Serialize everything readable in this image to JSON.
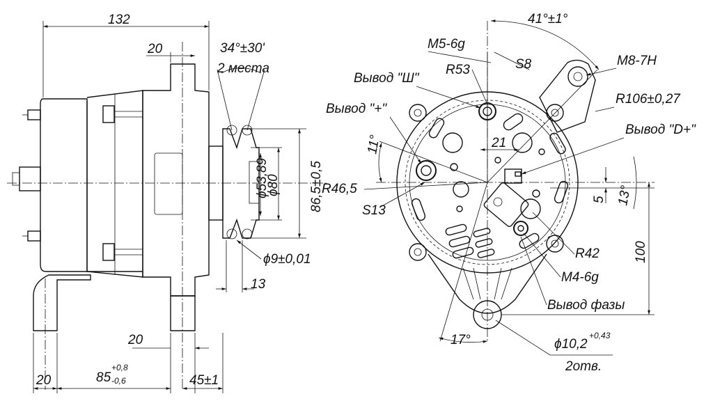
{
  "left_view": {
    "dims": {
      "overall_width": "132",
      "top_20": "20",
      "angle": "34°±30'",
      "angle_note": "2 места",
      "d53": "ϕ53,89",
      "d80": "ϕ80",
      "d86": "86,5±0,5",
      "r46": "R46,5",
      "d9": "ϕ9±0,01",
      "d13": "13",
      "bot_20": "20",
      "base_20": "20",
      "dim_85_main": "85",
      "dim_85_upper": "+0,8",
      "dim_85_lower": "-0,6",
      "dim_45": "45±1"
    }
  },
  "right_view": {
    "labels": {
      "m5": "M5-6g",
      "s8": "S8",
      "r53": "R53",
      "vyvod_sh": "Вывод \"Ш\"",
      "vyvod_plus": "Вывод \"+\"",
      "angle_41": "41°±1°",
      "m8": "M8-7H",
      "r106": "R106±0,27",
      "vyvod_d": "Вывод \"D+\"",
      "angle_11": "11°",
      "dim_21": "21",
      "s13": "S13",
      "dim_5": "5",
      "angle_13": "13°",
      "dim_100": "100",
      "r42": "R42",
      "m4": "M4-6g",
      "vyvod_faz": "Вывод фазы",
      "angle_17": "17°",
      "hole_main": "ϕ10,2",
      "hole_tol": "+0,43",
      "hole_count": "2отв."
    }
  }
}
